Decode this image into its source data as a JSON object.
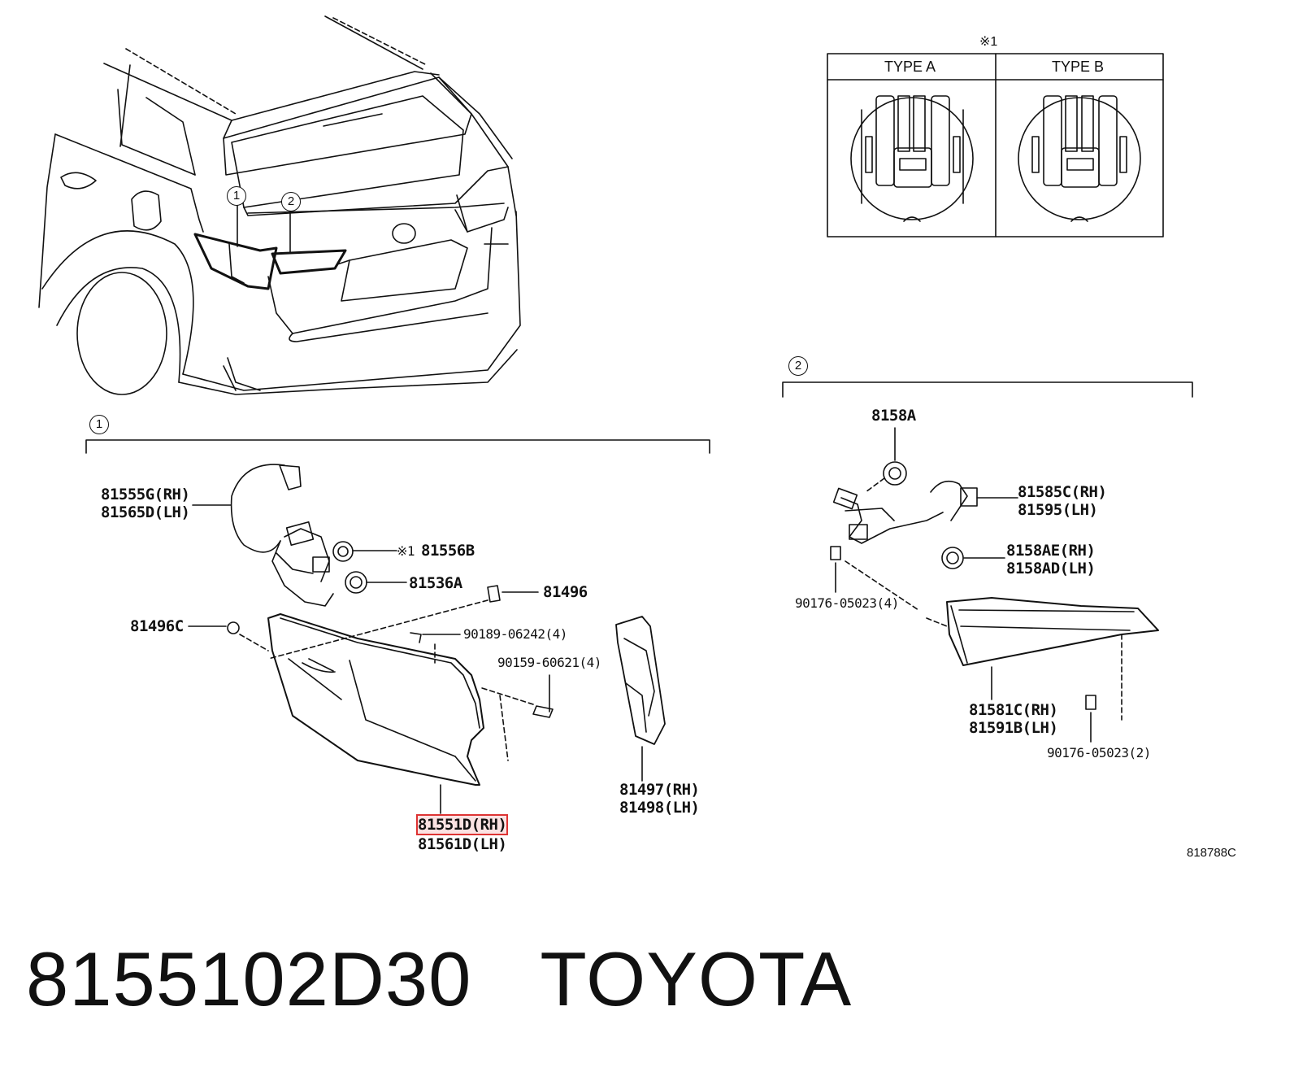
{
  "type_box": {
    "note_mark": "※1",
    "type_a": "TYPE A",
    "type_b": "TYPE B"
  },
  "callouts": {
    "one": "1",
    "two": "2"
  },
  "group1": {
    "wire_harness_rh": "81555G(RH)",
    "wire_harness_lh": "81565D(LH)",
    "socket_note": "※1",
    "socket": "81556B",
    "socket2": "81536A",
    "grommet": "81496",
    "grommet_c": "81496C",
    "screw": "90189-06242(4)",
    "bolt": "90159-60621(4)",
    "gasket_rh": "81497(RH)",
    "gasket_lh": "81498(LH)",
    "lamp_rh": "81551D(RH)",
    "lamp_lh": "81561D(LH)"
  },
  "group2": {
    "socket_a": "8158A",
    "harness_rh": "81585C(RH)",
    "harness_lh": "81595(LH)",
    "socket_rh": "8158AE(RH)",
    "socket_lh": "8158AD(LH)",
    "nut4": "90176-05023(4)",
    "lamp_rh": "81581C(RH)",
    "lamp_lh": "81591B(LH)",
    "nut2": "90176-05023(2)"
  },
  "diagram_id": "818788C",
  "footer": {
    "part_number": "8155102D30",
    "brand": "TOYOTA"
  }
}
